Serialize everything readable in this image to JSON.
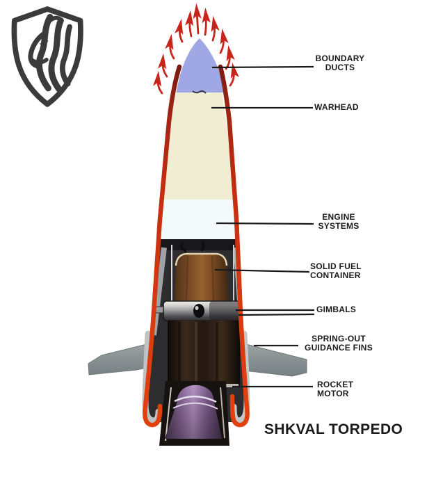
{
  "diagram": {
    "title": "SHKVAL TORPEDO",
    "labels": [
      {
        "id": "boundary-ducts",
        "lines": [
          "BOUNDARY",
          "DUCTS"
        ]
      },
      {
        "id": "warhead",
        "lines": [
          "WARHEAD"
        ]
      },
      {
        "id": "engine-systems",
        "lines": [
          "ENGINE",
          "SYSTEMS"
        ]
      },
      {
        "id": "solid-fuel-container",
        "lines": [
          "SOLID FUEL",
          "CONTAINER"
        ]
      },
      {
        "id": "gimbals",
        "lines": [
          "GIMBALS"
        ]
      },
      {
        "id": "spring-out-guidance-fins",
        "lines": [
          "SPRING-OUT",
          "GUIDANCE FINS"
        ]
      },
      {
        "id": "rocket-motor",
        "lines": [
          "ROCKET",
          "MOTOR"
        ]
      }
    ],
    "colors": {
      "hull_red": "#d2350f",
      "flame_arrow_red": "#c9241a",
      "nose_blue": "#9fa7e4",
      "warhead_cream": "#f1edd2",
      "engine_white": "#f3fafb",
      "interior_dark": "#2d2d2f",
      "fuel_brown": "#96632f",
      "gimbal_silver": "#c8c8c8",
      "motor_dark": "#241811",
      "nozzle_purple": "#b795c5",
      "fin_gray": "#8d9596",
      "lining_silver": "#c2c6c7",
      "label_black": "#1b1b1b",
      "logo_charcoal": "#3b3b3d"
    },
    "logo": {
      "name": "lion-shield-logo"
    }
  }
}
